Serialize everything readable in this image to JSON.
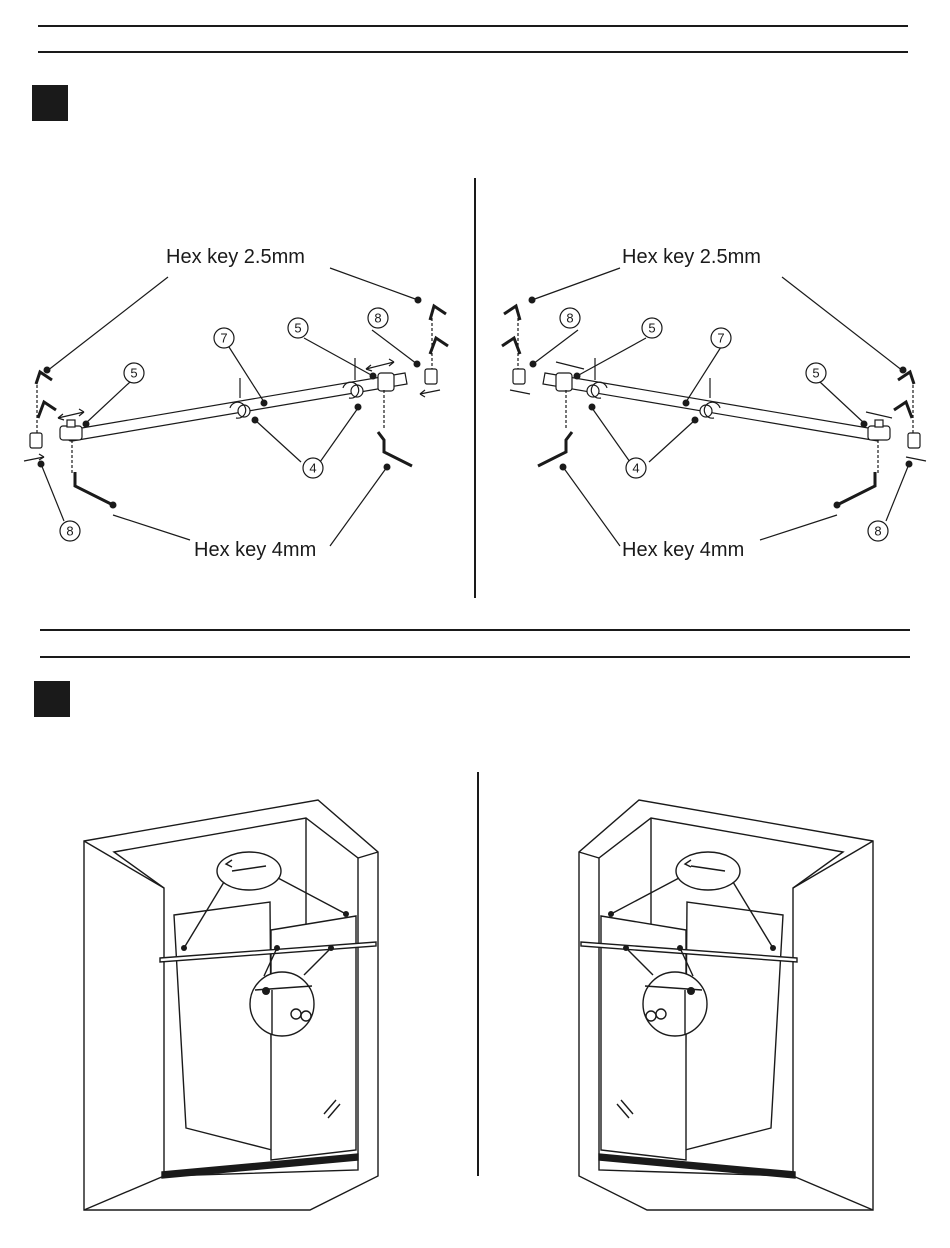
{
  "step1": {
    "labels": {
      "hex_small": "Hex key 2.5mm",
      "hex_large": "Hex key 4mm"
    },
    "callouts": {
      "stopper": "8",
      "clamp": "5",
      "rail": "7",
      "roller": "4"
    }
  },
  "colors": {
    "ink": "#1a1a1a",
    "background": "#ffffff"
  }
}
